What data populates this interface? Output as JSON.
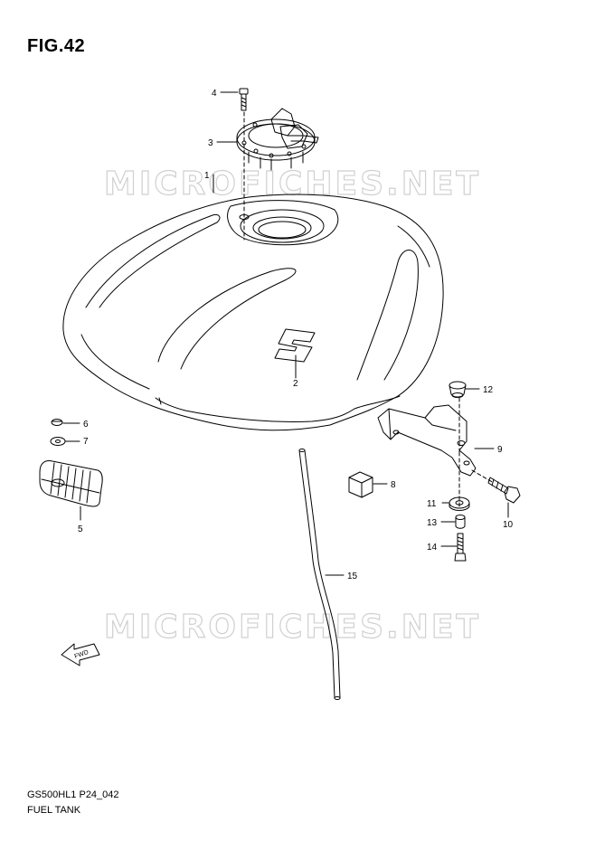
{
  "figure": {
    "title": "FIG.42"
  },
  "footer": {
    "code": "GS500HL1 P24_042",
    "name": "FUEL TANK"
  },
  "watermark": {
    "text": "MICROFICHES.NET"
  },
  "direction_label": "FWD",
  "callouts": [
    {
      "id": "1",
      "label": "1"
    },
    {
      "id": "2",
      "label": "2"
    },
    {
      "id": "3",
      "label": "3"
    },
    {
      "id": "4",
      "label": "4"
    },
    {
      "id": "5",
      "label": "5"
    },
    {
      "id": "6",
      "label": "6"
    },
    {
      "id": "7",
      "label": "7"
    },
    {
      "id": "8",
      "label": "8"
    },
    {
      "id": "9",
      "label": "9"
    },
    {
      "id": "10",
      "label": "10"
    },
    {
      "id": "11",
      "label": "11"
    },
    {
      "id": "12",
      "label": "12"
    },
    {
      "id": "13",
      "label": "13"
    },
    {
      "id": "14",
      "label": "14"
    },
    {
      "id": "15",
      "label": "15"
    }
  ],
  "colors": {
    "line": "#000000",
    "watermark": "#d0d0d0",
    "background": "#ffffff"
  }
}
